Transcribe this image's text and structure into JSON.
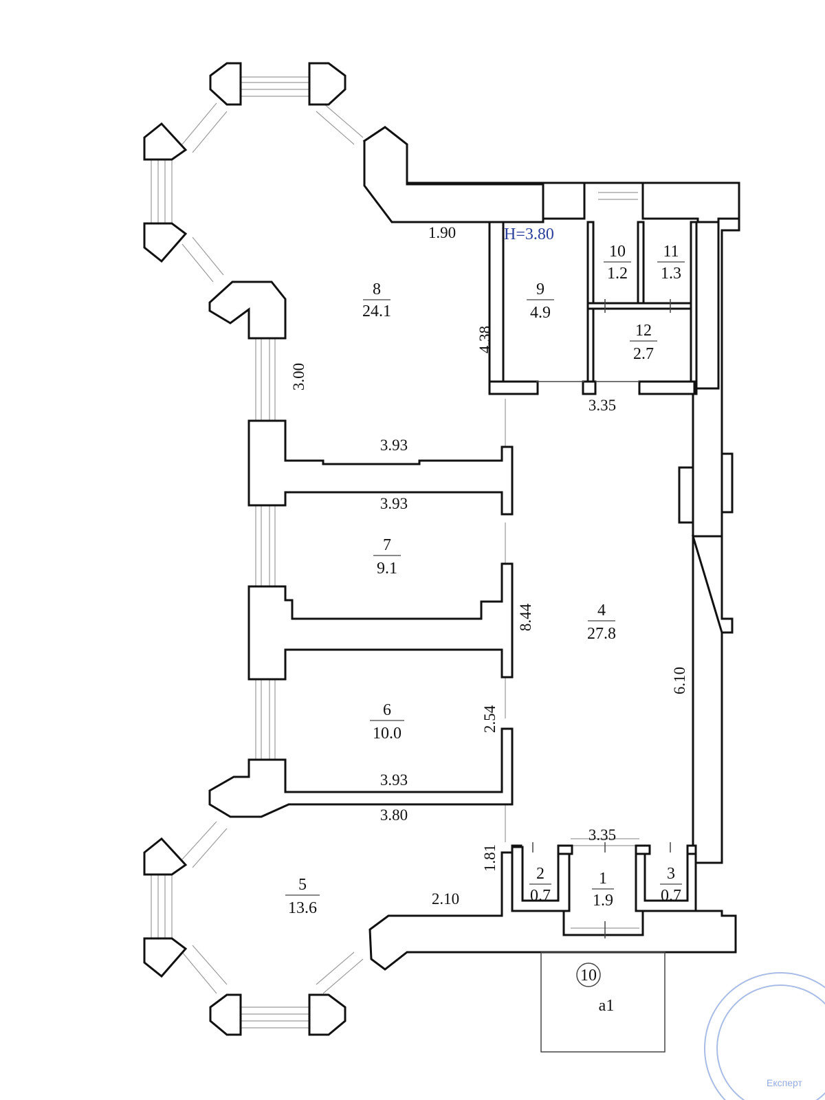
{
  "plan": {
    "ceiling_height": "H=3.80",
    "rooms": [
      {
        "number": "1",
        "area": "1.9"
      },
      {
        "number": "2",
        "area": "0.7"
      },
      {
        "number": "3",
        "area": "0.7"
      },
      {
        "number": "4",
        "area": "27.8"
      },
      {
        "number": "5",
        "area": "13.6"
      },
      {
        "number": "6",
        "area": "10.0"
      },
      {
        "number": "7",
        "area": "9.1"
      },
      {
        "number": "8",
        "area": "24.1"
      },
      {
        "number": "9",
        "area": "4.9"
      },
      {
        "number": "10",
        "area": "1.2"
      },
      {
        "number": "11",
        "area": "1.3"
      },
      {
        "number": "12",
        "area": "2.7"
      }
    ],
    "dimensions": [
      "1.90",
      "4.38",
      "3.00",
      "3.93",
      "3.93",
      "8.44",
      "2.54",
      "3.93",
      "3.80",
      "1.81",
      "2.10",
      "3.35",
      "3.35",
      "6.10"
    ],
    "porch": {
      "number": "10",
      "label": "a1"
    },
    "stamp_text": [
      "Експерт"
    ]
  }
}
